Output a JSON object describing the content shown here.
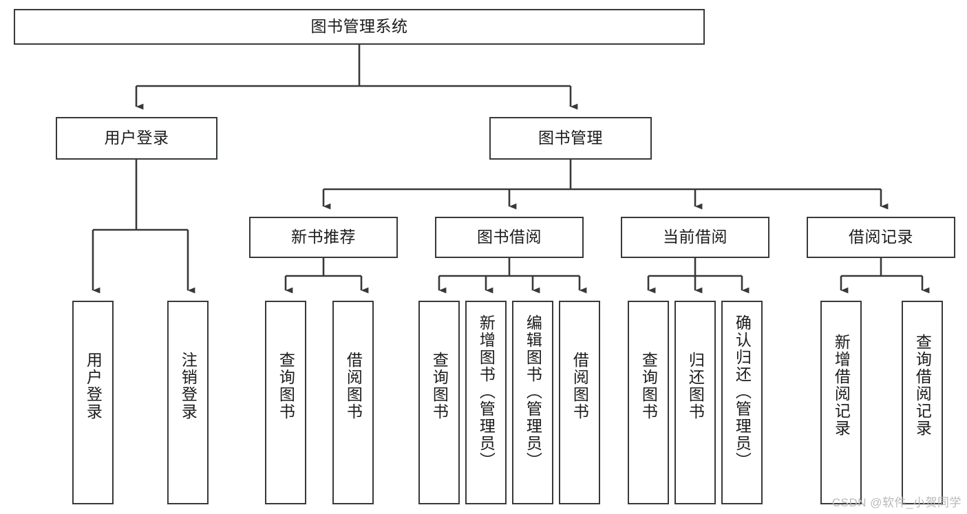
{
  "diagram": {
    "title": "图书管理系统",
    "type": "tree-hierarchy",
    "colors": {
      "stroke": "#36393b",
      "fill": "#ffffff",
      "text": "#1b1b1b",
      "watermark": "#b9b9b9"
    },
    "root": {
      "label": "图书管理系统"
    },
    "level2": [
      {
        "label": "用户登录"
      },
      {
        "label": "图书管理"
      }
    ],
    "level3": [
      {
        "label": "新书推荐"
      },
      {
        "label": "图书借阅"
      },
      {
        "label": "当前借阅"
      },
      {
        "label": "借阅记录"
      }
    ],
    "leaves": {
      "user_login": [
        {
          "label": "用户登录"
        },
        {
          "label": "注销登录"
        }
      ],
      "new_book_recommend": [
        {
          "label": "查询图书"
        },
        {
          "label": "借阅图书"
        }
      ],
      "book_borrow": [
        {
          "label": "查询图书"
        },
        {
          "label": "新增图书（管理员）"
        },
        {
          "label": "编辑图书（管理员）"
        },
        {
          "label": "借阅图书"
        }
      ],
      "current_borrow": [
        {
          "label": "查询图书"
        },
        {
          "label": "归还图书"
        },
        {
          "label": "确认归还（管理员）"
        }
      ],
      "borrow_records": [
        {
          "label": "新增借阅记录"
        },
        {
          "label": "查询借阅记录"
        }
      ]
    },
    "watermark": "CSDN @软件_小贺同学"
  }
}
